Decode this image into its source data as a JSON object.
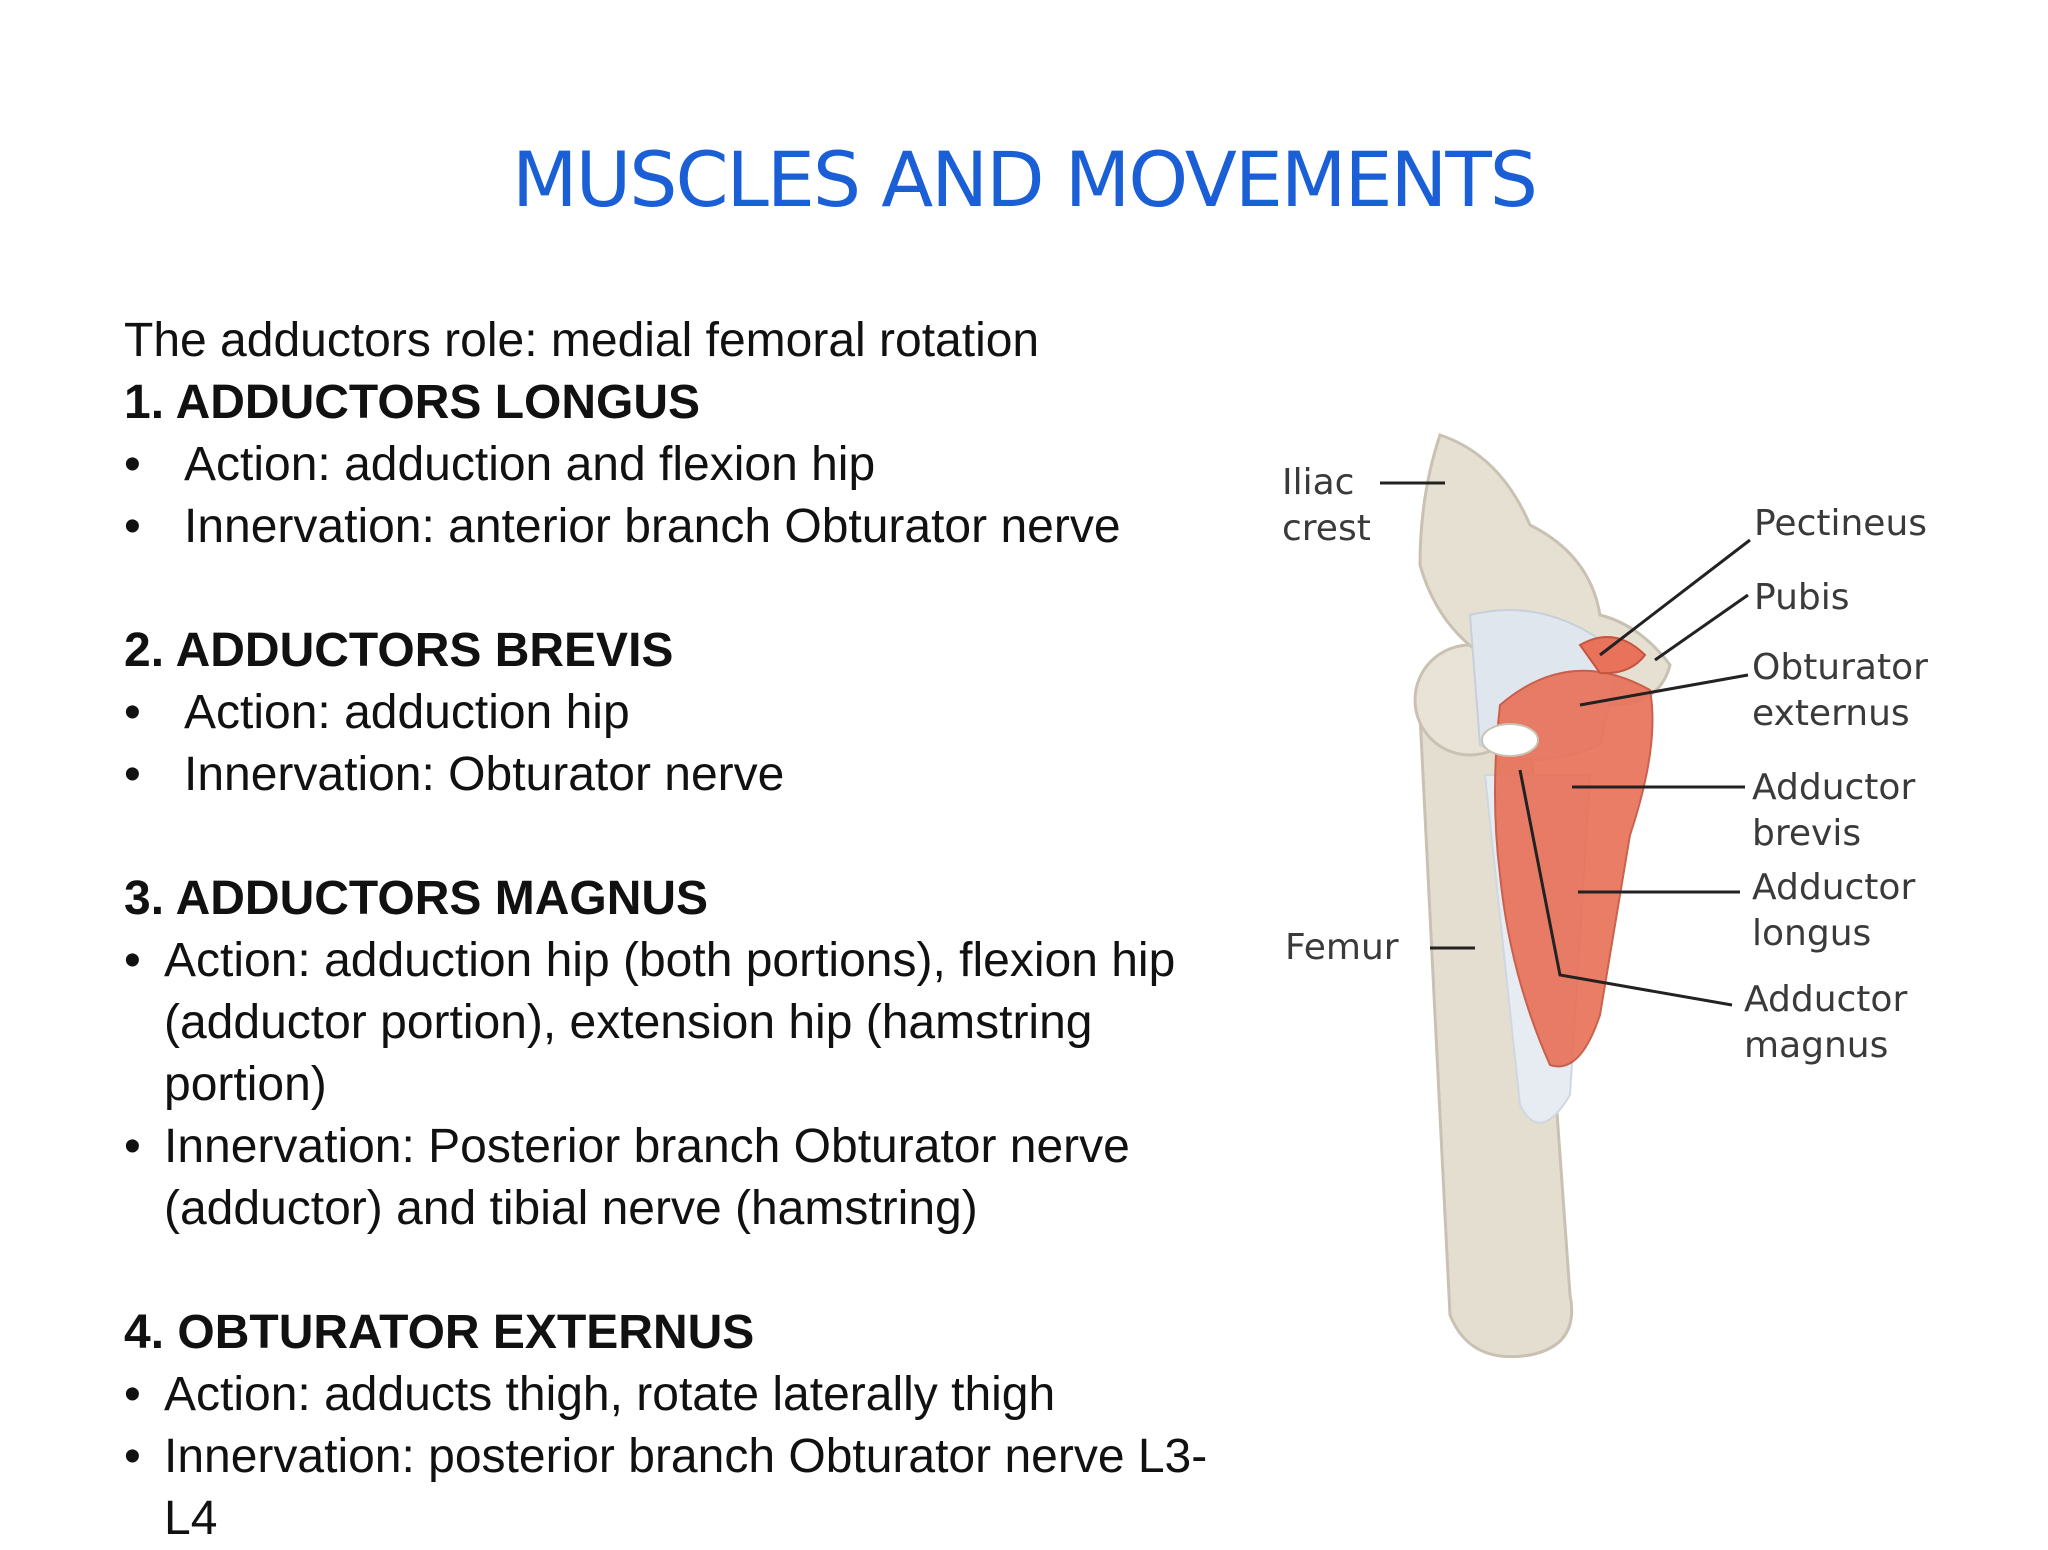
{
  "title": "MUSCLES AND MOVEMENTS",
  "intro": "The adductors role: medial femoral rotation",
  "sections": [
    {
      "heading": "1. ADDUCTORS LONGUS",
      "bullets": [
        "Action: adduction and flexion hip",
        "Innervation: anterior branch Obturator nerve"
      ]
    },
    {
      "heading": "2. ADDUCTORS BREVIS",
      "bullets": [
        "Action: adduction hip",
        "Innervation: Obturator nerve"
      ]
    },
    {
      "heading": "3. ADDUCTORS MAGNUS",
      "bullets": [
        [
          "Action: adduction hip (both portions), flexion hip",
          "(adductor portion), extension hip (hamstring",
          "portion)"
        ],
        [
          "Innervation: Posterior branch Obturator nerve",
          "(adductor) and tibial nerve (hamstring)"
        ]
      ]
    },
    {
      "heading": "4. OBTURATOR EXTERNUS",
      "bullets": [
        [
          "Action: adducts thigh, rotate laterally thigh"
        ],
        [
          "Innervation: posterior branch Obturator nerve  L3-",
          "L4"
        ]
      ]
    }
  ],
  "bullet_symbol": "•",
  "diagram_labels": {
    "iliac_crest": [
      "Iliac",
      "crest"
    ],
    "pectineus": "Pectineus",
    "pubis": "Pubis",
    "obturator_externus": [
      "Obturator",
      "externus"
    ],
    "adductor_brevis": [
      "Adductor",
      "brevis"
    ],
    "adductor_longus": [
      "Adductor",
      "longus"
    ],
    "adductor_magnus": [
      "Adductor",
      "magnus"
    ],
    "femur": "Femur"
  },
  "colors": {
    "title": "#1a5fd6",
    "bone": "#e4ded0",
    "muscle": "#e8725a",
    "tendon": "#dfe6ee"
  }
}
